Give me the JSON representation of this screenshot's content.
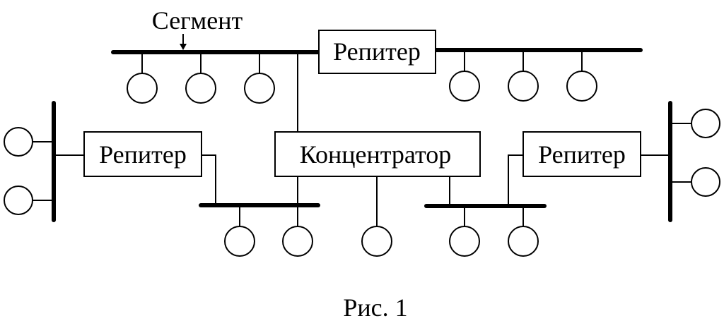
{
  "segment_label": "Сегмент",
  "repeater_top_label": "Репитер",
  "repeater_left_label": "Репитер",
  "repeater_right_label": "Репитер",
  "hub_label": "Концентратор",
  "caption": "Рис. 1"
}
